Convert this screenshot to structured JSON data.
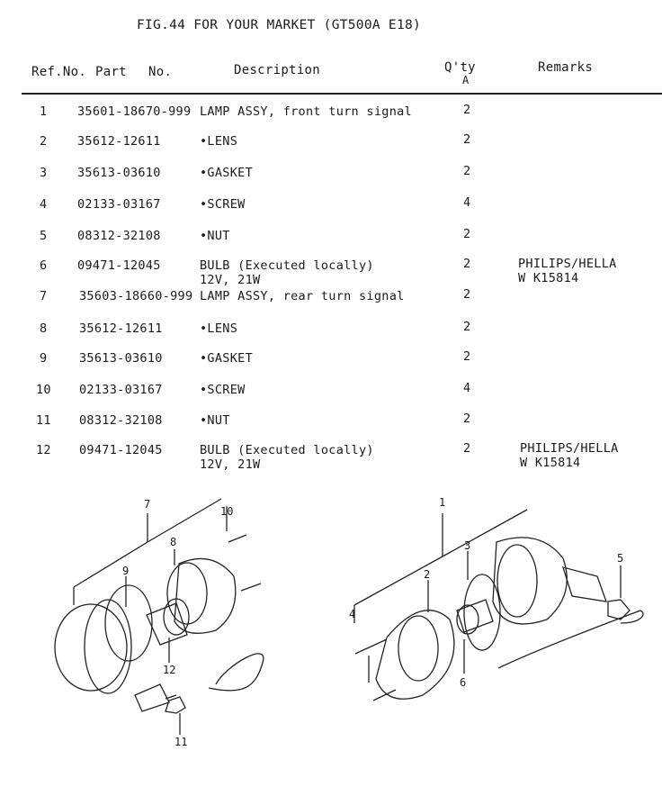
{
  "title": "FIG.44  FOR YOUR MARKET (GT500A E18)",
  "headers": {
    "ref_no": "Ref.No.",
    "part": "Part",
    "no": "No.",
    "description": "Description",
    "qty": "Q'ty",
    "qty_sub": "A",
    "remarks": "Remarks"
  },
  "rows": [
    {
      "ref": "1",
      "part": "35601-18670-999",
      "desc": "LAMP ASSY, front turn signal",
      "desc2": "",
      "qty": "2",
      "remark": "",
      "remark2": ""
    },
    {
      "ref": "2",
      "part": "35612-12611",
      "desc": "•LENS",
      "desc2": "",
      "qty": "2",
      "remark": "",
      "remark2": ""
    },
    {
      "ref": "3",
      "part": "35613-03610",
      "desc": "•GASKET",
      "desc2": "",
      "qty": "2",
      "remark": "",
      "remark2": ""
    },
    {
      "ref": "4",
      "part": "02133-03167",
      "desc": "•SCREW",
      "desc2": "",
      "qty": "4",
      "remark": "",
      "remark2": ""
    },
    {
      "ref": "5",
      "part": "08312-32108",
      "desc": "•NUT",
      "desc2": "",
      "qty": "2",
      "remark": "",
      "remark2": ""
    },
    {
      "ref": "6",
      "part": "09471-12045",
      "desc": "BULB (Executed locally)",
      "desc2": "12V, 21W",
      "qty": "2",
      "remark": "PHILIPS/HELLA",
      "remark2": "W K15814"
    },
    {
      "ref": "7",
      "part": "35603-18660-999",
      "desc": "LAMP ASSY, rear turn signal",
      "desc2": "",
      "qty": "2",
      "remark": "",
      "remark2": ""
    },
    {
      "ref": "8",
      "part": "35612-12611",
      "desc": "•LENS",
      "desc2": "",
      "qty": "2",
      "remark": "",
      "remark2": ""
    },
    {
      "ref": "9",
      "part": "35613-03610",
      "desc": "•GASKET",
      "desc2": "",
      "qty": "2",
      "remark": "",
      "remark2": ""
    },
    {
      "ref": "10",
      "part": "02133-03167",
      "desc": "•SCREW",
      "desc2": "",
      "qty": "4",
      "remark": "",
      "remark2": ""
    },
    {
      "ref": "11",
      "part": "08312-32108",
      "desc": "•NUT",
      "desc2": "",
      "qty": "2",
      "remark": "",
      "remark2": ""
    },
    {
      "ref": "12",
      "part": "09471-12045",
      "desc": "BULB (Executed locally)",
      "desc2": "12V, 21W",
      "qty": "2",
      "remark": "PHILIPS/HELLA",
      "remark2": "W K15814"
    }
  ],
  "callouts": {
    "c1": "1",
    "c2": "2",
    "c3": "3",
    "c4": "4",
    "c5": "5",
    "c6": "6",
    "c7": "7",
    "c8": "8",
    "c9": "9",
    "c10": "10",
    "c11": "11",
    "c12": "12"
  }
}
